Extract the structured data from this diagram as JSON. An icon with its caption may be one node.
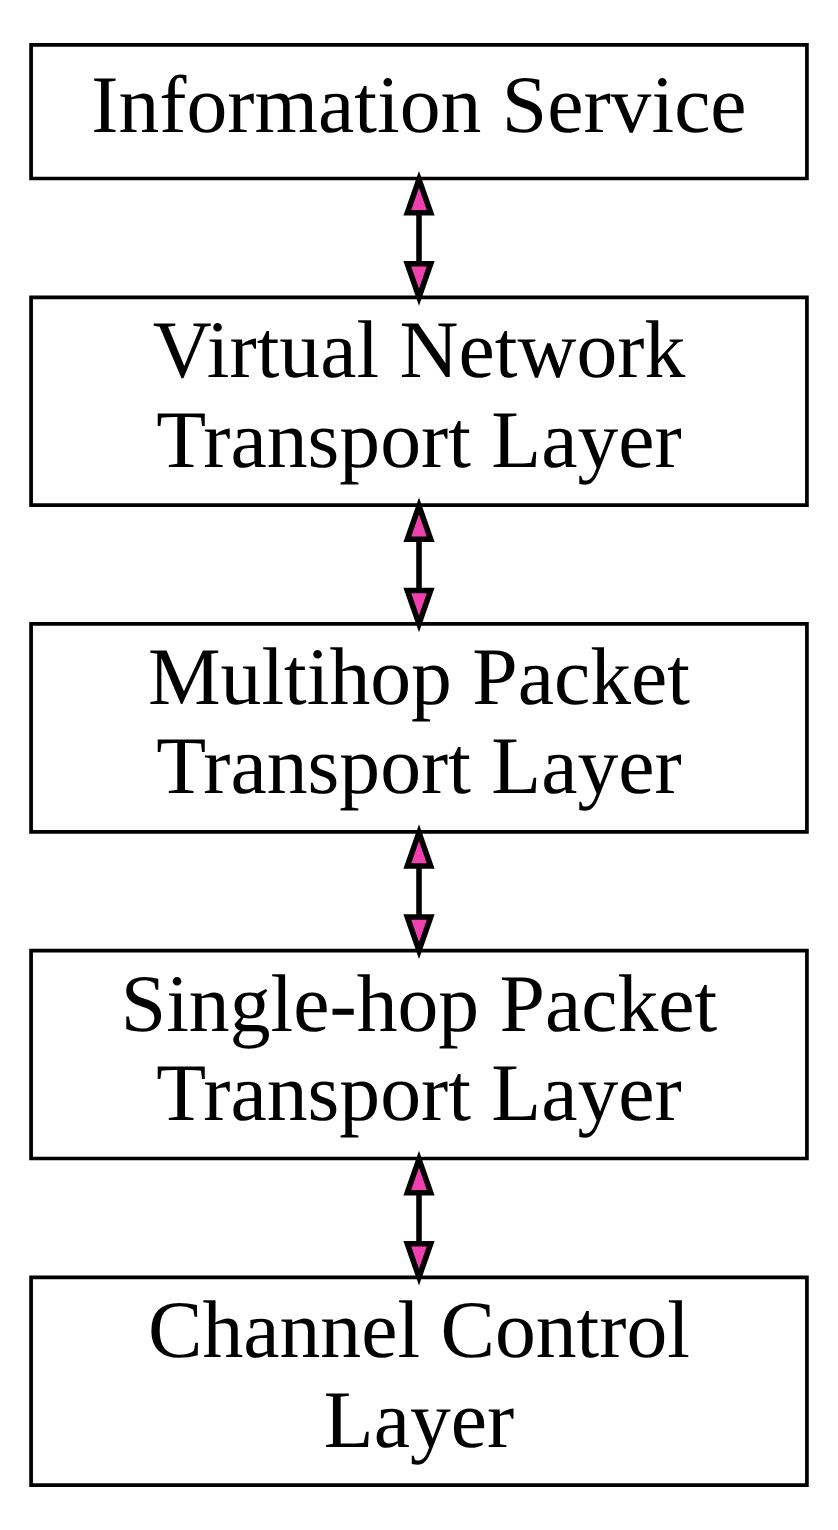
{
  "diagram": {
    "nodes": [
      {
        "text": [
          "Information Service"
        ]
      },
      {
        "text": [
          "Virtual Network Transport Layer"
        ]
      },
      {
        "text": [
          "Multihop Packet Transport Layer"
        ]
      },
      {
        "text": [
          "Single-hop Packet Transport Layer"
        ]
      },
      {
        "text": [
          "Channel Control Layer"
        ]
      }
    ],
    "edges": [
      {
        "from": 0,
        "to": 1,
        "arrow": "both"
      },
      {
        "from": 1,
        "to": 2,
        "arrow": "both"
      },
      {
        "from": 2,
        "to": 3,
        "arrow": "both"
      },
      {
        "from": 3,
        "to": 4,
        "arrow": "both"
      }
    ]
  }
}
